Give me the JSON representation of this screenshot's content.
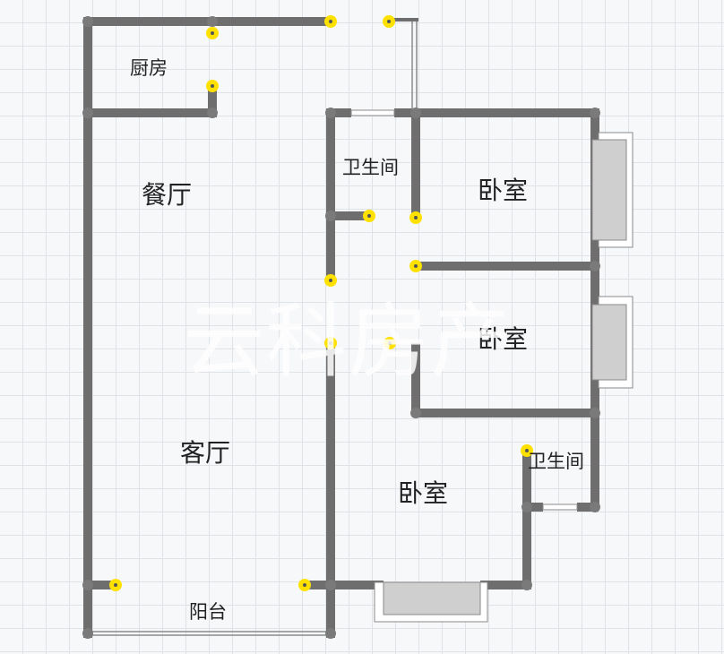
{
  "rooms": {
    "kitchen": "厨房",
    "dining": "餐厅",
    "bath_top": "卫生间",
    "bedroom_top": "卧室",
    "bedroom_mid": "卧室",
    "living": "客厅",
    "bedroom_bottom": "卧室",
    "bath_bottom": "卫生间",
    "balcony": "阳台"
  },
  "watermark": "云科房产",
  "colors": {
    "wall": "#6e6e6e",
    "marker": "#ffe100",
    "window": "#cccccc",
    "grid": "#dfe3e8"
  }
}
